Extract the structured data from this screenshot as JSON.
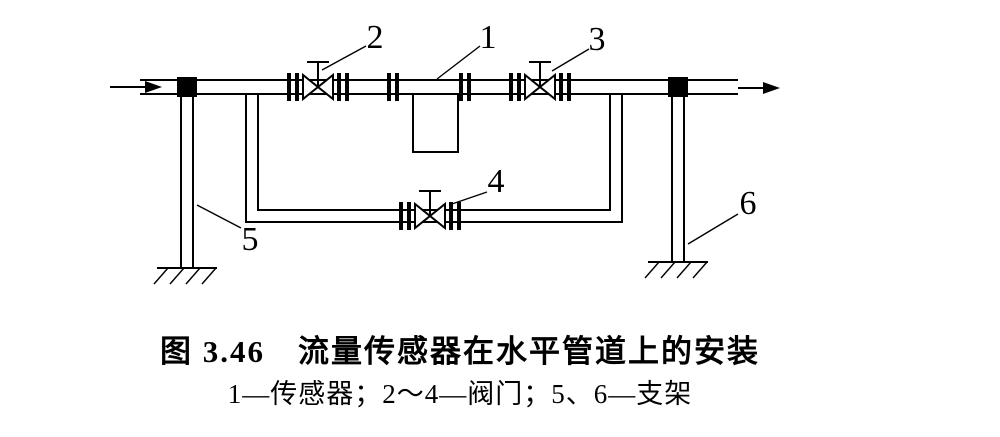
{
  "figure": {
    "caption": "图 3.46　流量传感器在水平管道上的安装",
    "legend": "1—传感器；2～4—阀门；5、6—支架"
  },
  "labels": {
    "sensor": "1",
    "valve_upstream": "2",
    "valve_downstream": "3",
    "valve_bypass": "4",
    "support_left": "5",
    "support_right": "6"
  },
  "colors": {
    "line": "#000000",
    "background": "#ffffff"
  }
}
